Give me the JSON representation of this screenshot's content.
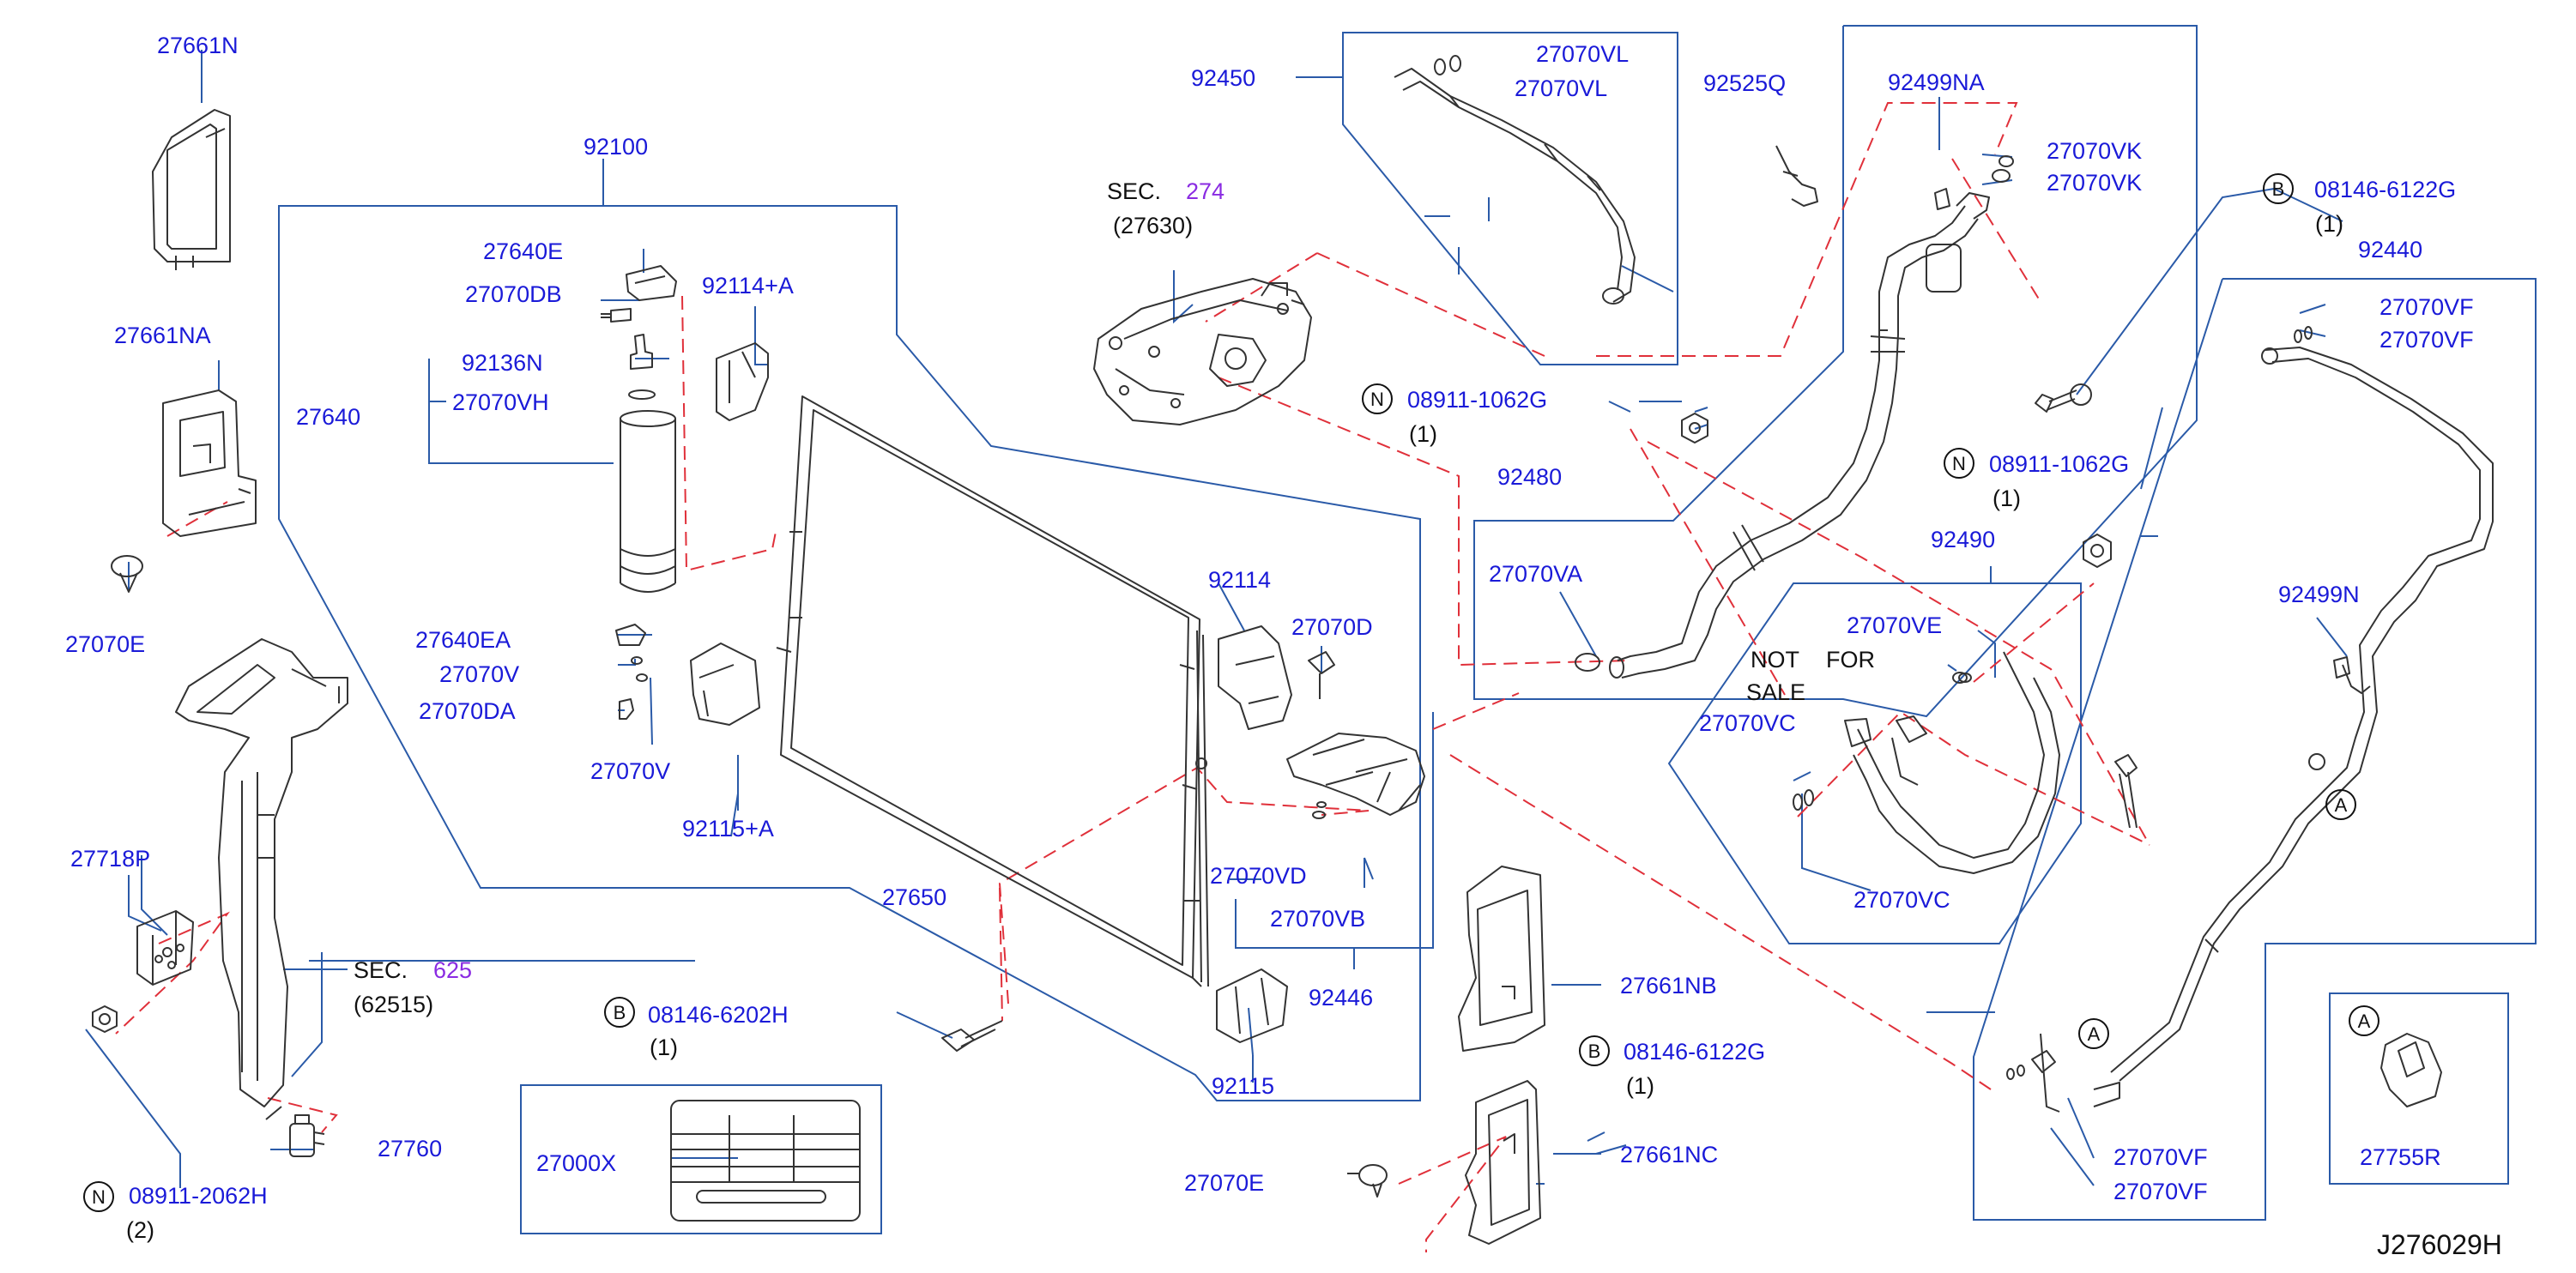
{
  "drawing_id": "J276029H",
  "colors": {
    "part_label": "#1a1ad8",
    "section_ref": "#8a2be2",
    "guide_line": "#2a5aa8",
    "dash_line": "#e0303a",
    "part_stroke": "#333333",
    "text_black": "#111111"
  },
  "labels": {
    "p27661N": "27661N",
    "p27661NA": "27661NA",
    "p27070E_left": "27070E",
    "p27718P": "27718P",
    "p08911_2062H": "08911-2062H",
    "p08911_2062H_qty": "(2)",
    "p27760": "27760",
    "p92100": "92100",
    "p27640E": "27640E",
    "p27070DB": "27070DB",
    "p92136N": "92136N",
    "p27640": "27640",
    "p27070VH": "27070VH",
    "p27640EA": "27640EA",
    "p27070V_a": "27070V",
    "p27070DA": "27070DA",
    "p27070V_b": "27070V",
    "p92114A": "92114+A",
    "p92115A": "92115+A",
    "p27650": "27650",
    "p08146_6202H": "08146-6202H",
    "p08146_6202H_qty": "(1)",
    "p27000X": "27000X",
    "p92450": "92450",
    "p27070VL_a": "27070VL",
    "p27070VL_b": "27070VL",
    "p92525Q": "92525Q",
    "sec274_prefix": "SEC.",
    "sec274_num": "274",
    "sec274_sub": "(27630)",
    "p08911_1062G_a": "08911-1062G",
    "p08911_1062G_a_qty": "(1)",
    "p92480": "92480",
    "p27070VA": "27070VA",
    "p92114": "92114",
    "p27070D": "27070D",
    "p27070VD": "27070VD",
    "p27070VB": "27070VB",
    "p92446": "92446",
    "p92115": "92115",
    "p27661NB": "27661NB",
    "p08146_6122G_b": "08146-6122G",
    "p08146_6122G_b_qty": "(1)",
    "p27661NC": "27661NC",
    "p27070E_bottom": "27070E",
    "p92499NA": "92499NA",
    "p27070VK_a": "27070VK",
    "p27070VK_b": "27070VK",
    "p08146_6122G_a": "08146-6122G",
    "p08146_6122G_a_qty": "(1)",
    "p92440": "92440",
    "p27070VF_a": "27070VF",
    "p27070VF_b": "27070VF",
    "p08911_1062G_b": "08911-1062G",
    "p08911_1062G_b_qty": "(1)",
    "p92490": "92490",
    "p27070VE": "27070VE",
    "not_for_sale_1": "NOT",
    "not_for_sale_2": "FOR",
    "not_for_sale_3": "SALE",
    "p27070VC_a": "27070VC",
    "p27070VC_b": "27070VC",
    "p92499N": "92499N",
    "p27070VF_c": "27070VF",
    "p27070VF_d": "27070VF",
    "p27755R": "27755R",
    "sec625_prefix": "SEC.",
    "sec625_num": "625",
    "sec625_sub": "(62515)",
    "callout_A1": "A",
    "callout_A2": "A",
    "callout_A3": "A",
    "badge_B": "B",
    "badge_N": "N"
  }
}
